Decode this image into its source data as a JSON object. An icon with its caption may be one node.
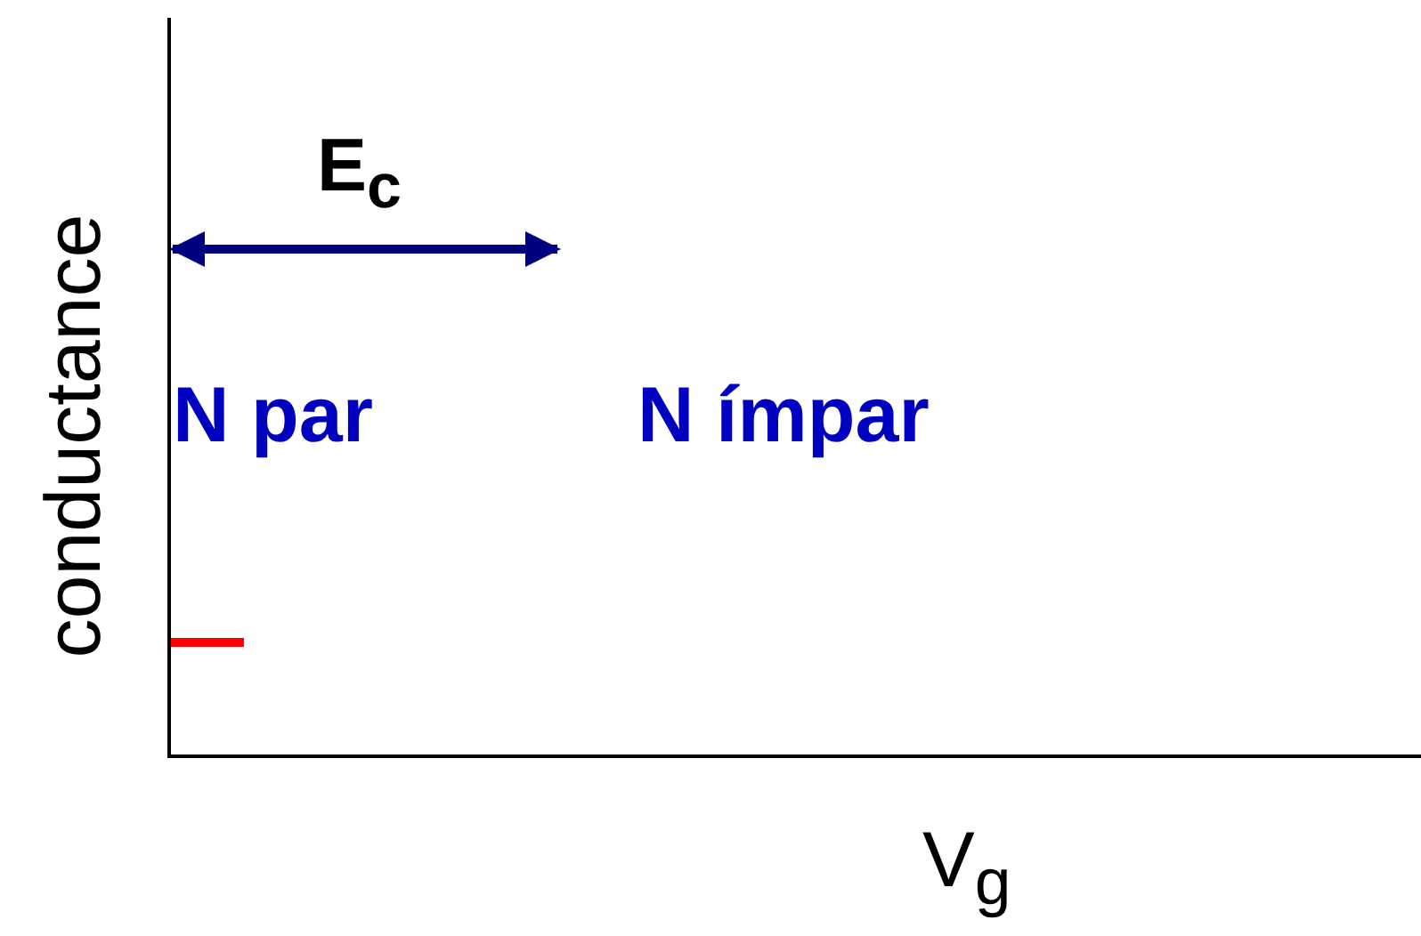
{
  "diagram": {
    "labels": [
      "E$_{c}$",
      "N par",
      "N ímpar",
      "conductance",
      "V$_{g}$"
    ]
  }
}
